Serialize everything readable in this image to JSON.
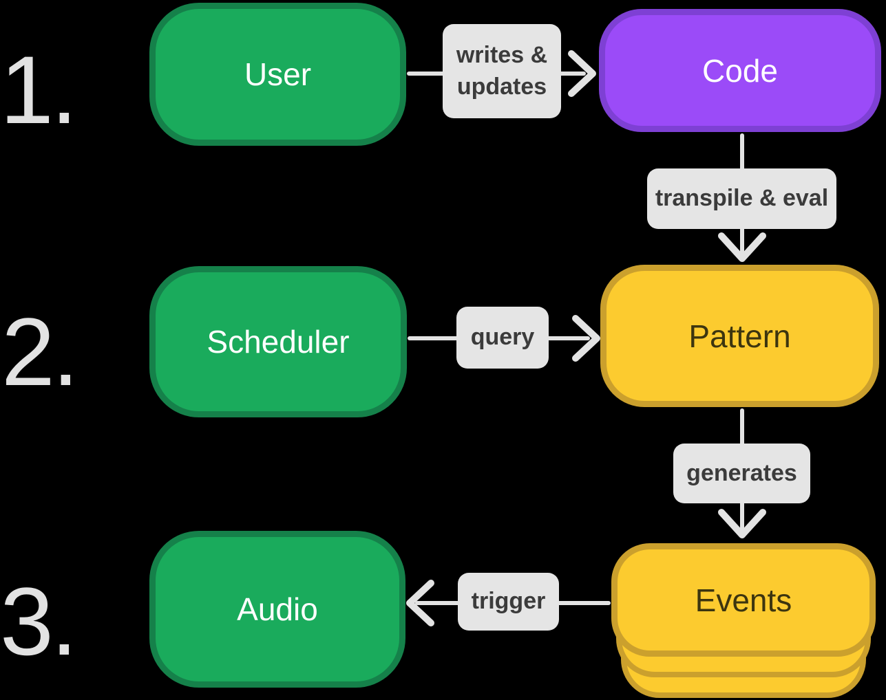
{
  "diagram": {
    "title": "pattern evaluation and scheduling flow",
    "background": "#000000"
  },
  "steps": {
    "one": "1.",
    "two": "2.",
    "three": "3."
  },
  "nodes": {
    "user": "User",
    "code": "Code",
    "scheduler": "Scheduler",
    "pattern": "Pattern",
    "audio": "Audio",
    "events": "Events"
  },
  "edges": {
    "writes_updates_line1": "writes &",
    "writes_updates_line2": "updates",
    "transpile_eval": "transpile & eval",
    "query": "query",
    "generates": "generates",
    "trigger": "trigger"
  },
  "colors": {
    "background": "#000000",
    "green_fill": "#1AAB5C",
    "green_border": "#15814A",
    "purple_fill": "#9B4BF8",
    "purple_border": "#7E40D4",
    "yellow_fill": "#FCCB2F",
    "yellow_border": "#CBA02D",
    "yellow_text": "#3C350F",
    "node_text_light": "#FFFFFF",
    "edge_label_bg": "#E5E5E5",
    "edge_label_text": "#3B3B3B",
    "arrow": "#E3E3E3",
    "step_number": "#E2E2E2"
  }
}
